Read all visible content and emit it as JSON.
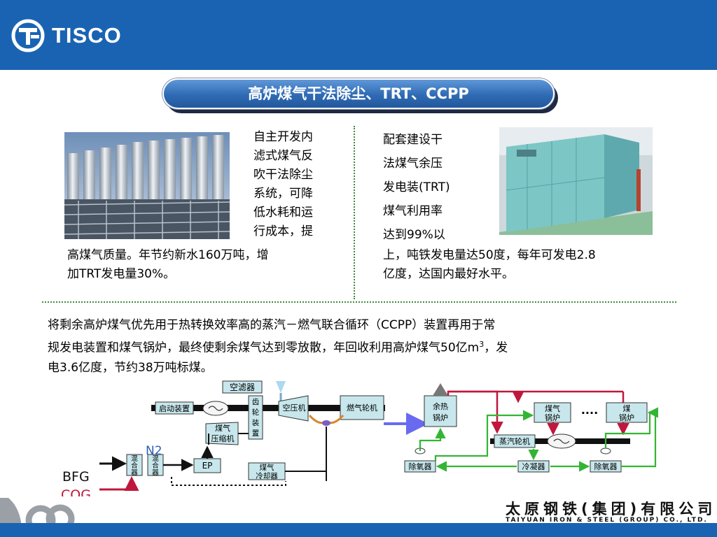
{
  "header": {
    "brand": "TISCO",
    "brand_color": "#1a63b3"
  },
  "title": "高炉煤气干法除尘、TRT、CCPP",
  "left_text": {
    "column_lines": [
      "自主开发内",
      "滤式煤气反",
      "吹干法除尘",
      "系统，可降",
      "低水耗和运",
      "行成本，提"
    ],
    "wide_lines": [
      "高煤气质量。年节约新水160万吨，增",
      "加TRT发电量30%。"
    ]
  },
  "right_text": {
    "column_lines": [
      "配套建设干",
      "法煤气余压",
      "发电装(TRT)",
      "煤气利用率",
      "达到99%以"
    ],
    "wide_lines": [
      "上，吨铁发电量达50度，每年可发电2.8",
      "亿度，达国内最好水平。"
    ]
  },
  "paragraph": {
    "line1": "将剩余高炉煤气优先用于热转换效率高的蒸汽－燃气联合循环（CCPP）装置再用于常",
    "line2_pre": "规发电装置和煤气锅炉，最终使剩余煤气达到零放散，年回收利用高炉煤气50亿m",
    "line2_sup": "3",
    "line2_post": "，发",
    "line3": "电3.6亿度，节约38万吨标煤。"
  },
  "flow": {
    "air_filter": "空滤器",
    "starter": "启动装置",
    "gearbox": "齿轮装置",
    "compressor": "空压机",
    "gas_turbine": "燃气轮机",
    "hrsg": "余热锅炉",
    "gas_boiler_1": "煤气锅炉",
    "dots": "····",
    "gas_boiler_2": "煤锅炉",
    "gas_compressor": "煤气压缩机",
    "steam_turbine": "蒸汽轮机",
    "n2": "N2",
    "mixer_1": "混合器",
    "mixer_2": "混合器",
    "ep": "EP",
    "gas_cooler": "煤气冷却器",
    "deaerator_1": "除氧器",
    "condenser": "冷凝器",
    "deaerator_2": "除氧器",
    "bfg": "BFG",
    "cog": "COG"
  },
  "footer": {
    "company_cn": "太原钢铁(集团)有限公司",
    "company_en": "TAIYUAN IRON & STEEL (GROUP) CO., LTD."
  }
}
